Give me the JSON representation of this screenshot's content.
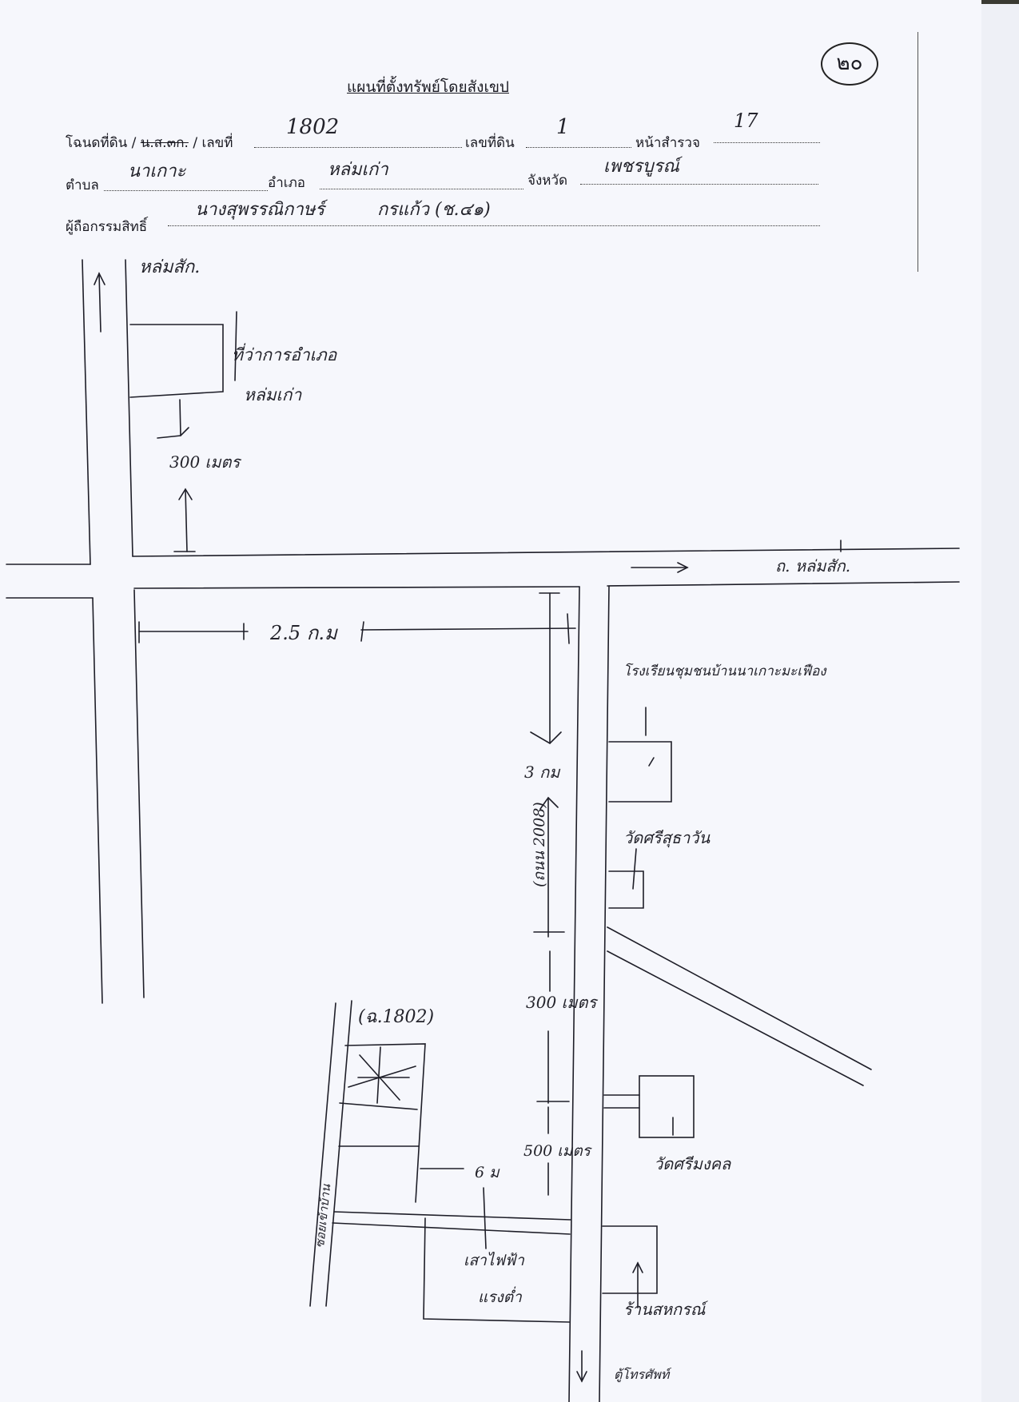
{
  "header": {
    "title": "แผนที่ตั้งทรัพย์โดยสังเขป",
    "page_number": "๒๐",
    "deed_prefix": "โฉนดที่ดิน /",
    "deed_struck": "น.ส.๓ก.",
    "deed_suffix": "/ เลขที่",
    "deed_number": "1802",
    "land_no_label": "เลขที่ดิน",
    "land_no_value": "1",
    "survey_page_label": "หน้าสำรวจ",
    "survey_page_value": "17",
    "subdistrict_label": "ตำบล",
    "subdistrict_value": "นาเกาะ",
    "district_label": "อำเภอ",
    "district_value": "หล่มเก่า",
    "province_label": "จังหวัด",
    "province_value": "เพชรบูรณ์",
    "owner_label": "ผู้ถือกรรมสิทธิ์",
    "owner_value": "นางสุพรรณิกาษร์",
    "owner_extra": "กรแก้ว (ช.๔๑)"
  },
  "map_labels": {
    "to_lomsak": "หล่มสัก.",
    "district_office_1": "ที่ว่าการอำเภอ",
    "district_office_2": "หล่มเก่า",
    "dist_300_top": "300 เมตร",
    "road_name": "ถ. หล่มสัก.",
    "dist_2_5": "2.5 ก.ม",
    "community_center": "โรงเรียนชุมชนบ้านนาเกาะมะเฟือง",
    "dist_3km": "3 กม",
    "wat_1": "วัดศรีสุธาวัน",
    "road_2008": "(ถนน 2008)",
    "dist_300_mid": "300 เมตร",
    "parcel_label": "(ฉ.1802)",
    "dist_500": "500 เมตร",
    "dist_6m": "6 ม",
    "wat_2": "วัดศรีมงคล",
    "power_pole_1": "เสาไฟฟ้า",
    "power_pole_2": "แรงต่ำ",
    "shop": "ร้านสหกรณ์",
    "side_lane": "ซอยเข้าบ้าน",
    "to_bottom": "ตู้โทรศัพท์"
  }
}
